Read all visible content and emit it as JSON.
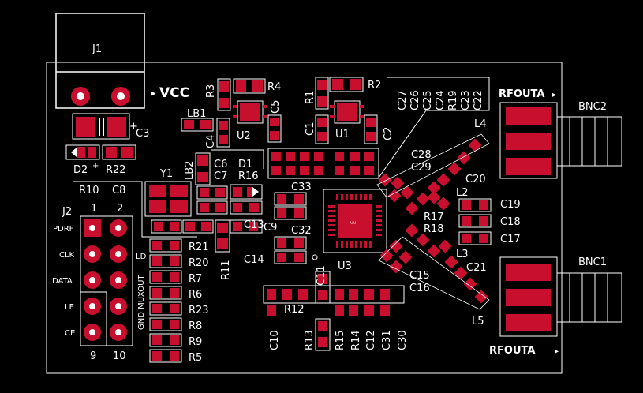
{
  "colors": {
    "background": "#000000",
    "silkscreen": "#ffffff",
    "copper": "#c8102e",
    "pad_highlight": "#ff4d5e"
  },
  "connectors": {
    "j1": "J1",
    "j2": "J2",
    "vcc": "VCC",
    "bnc2": "BNC2",
    "bnc1": "BNC1",
    "rfout_top": "RFOUTA",
    "rfout_bottom": "RFOUTA"
  },
  "header_j2": {
    "col_left": "1",
    "col_right": "2",
    "bottom_left": "9",
    "bottom_right": "10",
    "signals": [
      "PDRF",
      "CLK",
      "DATA",
      "LE",
      "CE"
    ],
    "right_signals": {
      "ld": "LD",
      "muxout": "GND MUXOUT"
    }
  },
  "ics": {
    "u1": "U1",
    "u2": "U2",
    "u3": "U3",
    "y1": "Y1"
  },
  "labels": {
    "r3": "R3",
    "r4": "R4",
    "r1": "R1",
    "r2": "R2",
    "c5": "C5",
    "c1": "C1",
    "c2": "C2",
    "lb1": "LB1",
    "c4": "C4",
    "c3": "C3",
    "d2": "D2",
    "r22": "R22",
    "lb2": "LB2",
    "c6": "C6",
    "d1": "D1",
    "c7": "C7",
    "r16": "R16",
    "r10": "R10",
    "c8": "C8",
    "c33": "C33",
    "c9": "C9",
    "c13": "C13",
    "c32": "C32",
    "c14": "C14",
    "r11": "R11",
    "c28": "C28",
    "c29": "C29",
    "c20": "C20",
    "l4": "L4",
    "l2": "L2",
    "r17": "R17",
    "r18": "R18",
    "l3": "L3",
    "c19": "C19",
    "c18": "C18",
    "c17": "C17",
    "c21": "C21",
    "c15": "C15",
    "c16": "C16",
    "c11": "C11",
    "l5": "L5",
    "r12": "R12",
    "c10": "C10",
    "r13": "R13",
    "r15": "R15",
    "r14": "R14",
    "c12": "C12",
    "c31": "C31",
    "c30": "C30"
  },
  "top_vertical_row": [
    "C27",
    "C26",
    "C25",
    "C24",
    "R19",
    "C23",
    "C22"
  ],
  "left_resistor_column": [
    "R21",
    "R20",
    "R7",
    "R6",
    "R23",
    "R8",
    "R9",
    "R5"
  ]
}
